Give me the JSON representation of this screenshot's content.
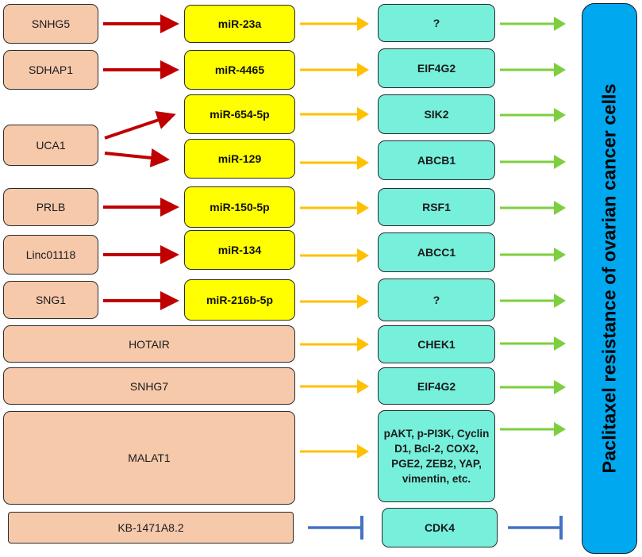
{
  "lncrnas": [
    {
      "label": "SNHG5"
    },
    {
      "label": "SDHAP1"
    },
    {
      "label": "UCA1"
    },
    {
      "label": "PRLB"
    },
    {
      "label": "Linc01118"
    },
    {
      "label": "SNG1"
    },
    {
      "label": "HOTAIR"
    },
    {
      "label": "SNHG7"
    },
    {
      "label": "MALAT1"
    },
    {
      "label": "KB-1471A8.2"
    }
  ],
  "mirnas": [
    {
      "label": "miR-23a"
    },
    {
      "label": "miR-4465"
    },
    {
      "label": "miR-654-5p"
    },
    {
      "label": "miR-129"
    },
    {
      "label": "miR-150-5p"
    },
    {
      "label": "miR-134"
    },
    {
      "label": "miR-216b-5p"
    }
  ],
  "targets": [
    {
      "label": "?"
    },
    {
      "label": "EIF4G2"
    },
    {
      "label": "SIK2"
    },
    {
      "label": "ABCB1"
    },
    {
      "label": "RSF1"
    },
    {
      "label": "ABCC1"
    },
    {
      "label": "?"
    },
    {
      "label": "CHEK1"
    },
    {
      "label": "EIF4G2"
    },
    {
      "label": "pAKT, p-PI3K, Cyclin D1, Bcl-2, COX2, PGE2, ZEB2, YAP, vimentin, etc."
    },
    {
      "label": "CDK4"
    }
  ],
  "outcome": {
    "label": "Paclitaxel resistance of ovarian cancer cells"
  },
  "colors": {
    "lncrna_fill": "#f6c9ab",
    "mirna_fill": "#ffff00",
    "target_fill": "#76efdb",
    "outcome_fill": "#00a8ef",
    "arrow_lnc_to_mir": "#c00000",
    "arrow_to_target": "#ffc000",
    "arrow_to_outcome": "#7ccf3e",
    "inhibition": "#4472c4"
  },
  "edges": [
    {
      "from": "SNHG5",
      "to": "miR-23a",
      "type": "activation"
    },
    {
      "from": "SDHAP1",
      "to": "miR-4465",
      "type": "activation"
    },
    {
      "from": "UCA1",
      "to": "miR-654-5p",
      "type": "activation"
    },
    {
      "from": "UCA1",
      "to": "miR-129",
      "type": "activation"
    },
    {
      "from": "PRLB",
      "to": "miR-150-5p",
      "type": "activation"
    },
    {
      "from": "Linc01118",
      "to": "miR-134",
      "type": "activation"
    },
    {
      "from": "SNG1",
      "to": "miR-216b-5p",
      "type": "activation"
    },
    {
      "from": "miR-23a",
      "to": "?",
      "type": "activation"
    },
    {
      "from": "miR-4465",
      "to": "EIF4G2",
      "type": "activation"
    },
    {
      "from": "miR-654-5p",
      "to": "SIK2",
      "type": "activation"
    },
    {
      "from": "miR-129",
      "to": "ABCB1",
      "type": "activation"
    },
    {
      "from": "miR-150-5p",
      "to": "RSF1",
      "type": "activation"
    },
    {
      "from": "miR-134",
      "to": "ABCC1",
      "type": "activation"
    },
    {
      "from": "miR-216b-5p",
      "to": "?",
      "type": "activation"
    },
    {
      "from": "HOTAIR",
      "to": "CHEK1",
      "type": "activation"
    },
    {
      "from": "SNHG7",
      "to": "EIF4G2",
      "type": "activation"
    },
    {
      "from": "MALAT1",
      "to": "pAKT, p-PI3K, Cyclin D1, Bcl-2, COX2, PGE2, ZEB2, YAP, vimentin, etc.",
      "type": "activation"
    },
    {
      "from": "KB-1471A8.2",
      "to": "CDK4",
      "type": "inhibition"
    },
    {
      "from": "CDK4",
      "to": "Paclitaxel resistance of ovarian cancer cells",
      "type": "inhibition"
    }
  ]
}
